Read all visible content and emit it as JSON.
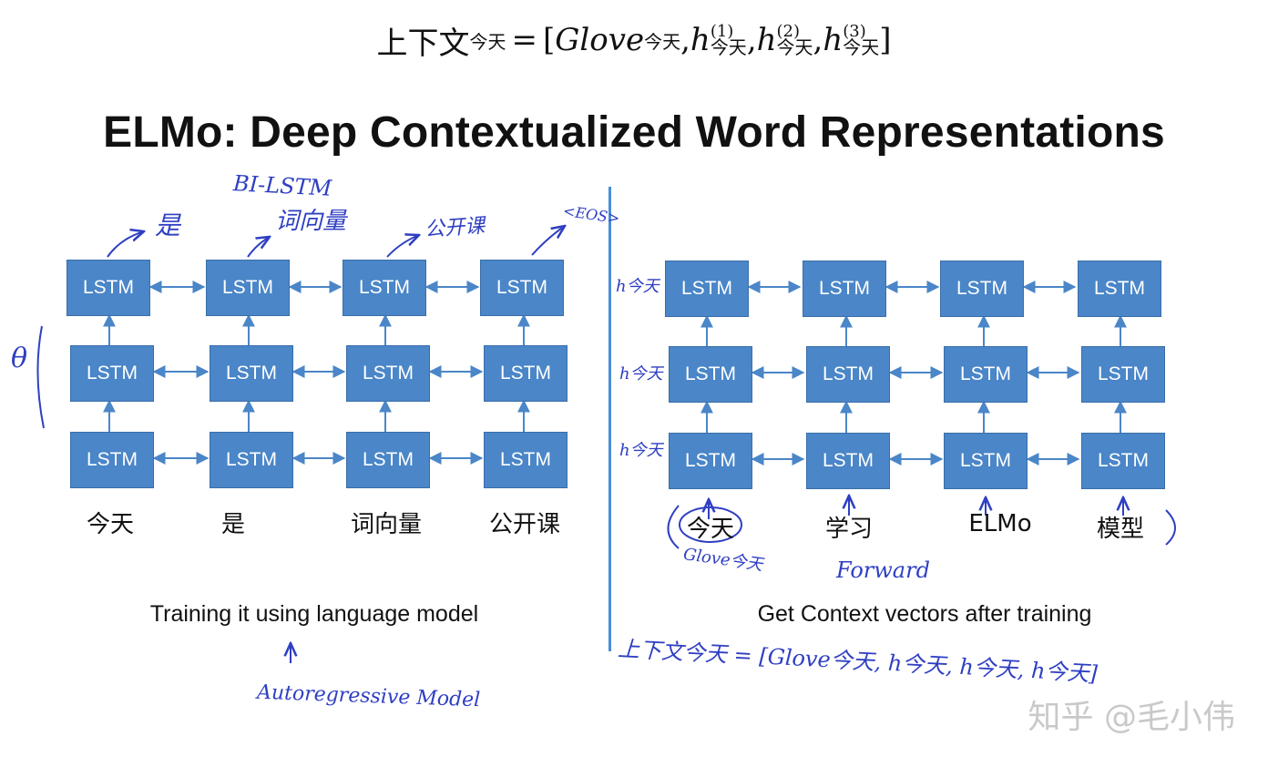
{
  "formula": {
    "prefix": "上下文",
    "prefix_sub": "今天",
    "eq": "=",
    "open": "[",
    "glove": "Glove",
    "glove_sub": "今天",
    "h": "h",
    "sup1": "(1)",
    "sup2": "(2)",
    "sup3": "(3)",
    "h_sub": "今天",
    "sep": ",",
    "close": "]"
  },
  "title": "ELMo: Deep Contextualized Word Representations",
  "lstm_label": "LSTM",
  "left": {
    "words": [
      "今天",
      "是",
      "词向量",
      "公开课"
    ],
    "caption": "Training it using language model"
  },
  "right": {
    "words": [
      "今天",
      "学习",
      "ELMo",
      "模型"
    ],
    "caption": "Get Context vectors after training"
  },
  "handwriting": {
    "bi_lstm": "BI-LSTM",
    "ci_xiang_liang": "词向量",
    "shi": "是",
    "gong_kai_ke": "公开课",
    "eos": "<EOS>",
    "theta": "θ",
    "h_labels": [
      "h今天",
      "h今天",
      "h今天"
    ],
    "glove_note": "Glove今天",
    "forward": "Forward",
    "autoregressive": "Autoregressive Model",
    "bottom_formula": "上下文今天 = [Glove今天, h今天, h今天, h今天]"
  },
  "watermark": "知乎 @毛小伟",
  "colors": {
    "lstm_box": "#4a86c8",
    "divider": "#4a8dd8",
    "handwriting": "#2f3fc2"
  }
}
